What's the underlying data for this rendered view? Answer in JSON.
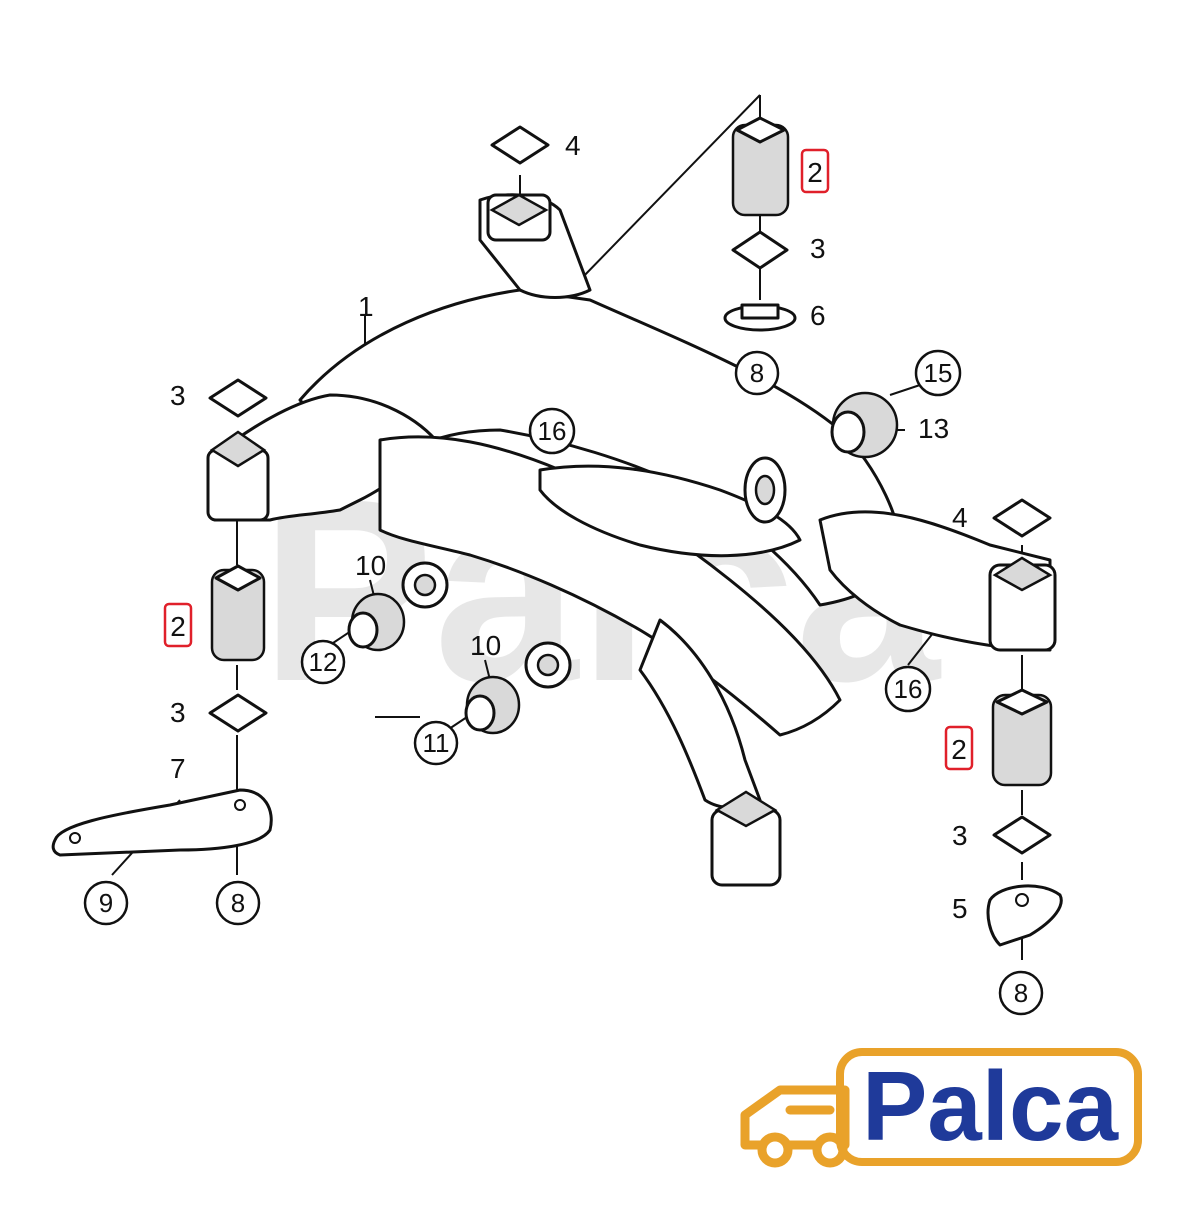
{
  "colors": {
    "line": "#111111",
    "highlight": "#e0202a",
    "brand_blue": "#1f3a9a",
    "brand_orange": "#e9a22a"
  },
  "callouts": {
    "c1": "1",
    "c2a": "2",
    "c2b": "2",
    "c2c": "2",
    "c3a": "3",
    "c3b": "3",
    "c3c": "3",
    "c3d": "3",
    "c4a": "4",
    "c4b": "4",
    "c5": "5",
    "c6": "6",
    "c7": "7",
    "c8a": "8",
    "c8b": "8",
    "c8c": "8",
    "c9": "9",
    "c10a": "10",
    "c10b": "10",
    "c11": "11",
    "c12": "12",
    "c13": "13",
    "c15": "15",
    "c16a": "16",
    "c16b": "16"
  },
  "brand": {
    "name": "Palca",
    "icon": "truck-icon"
  }
}
